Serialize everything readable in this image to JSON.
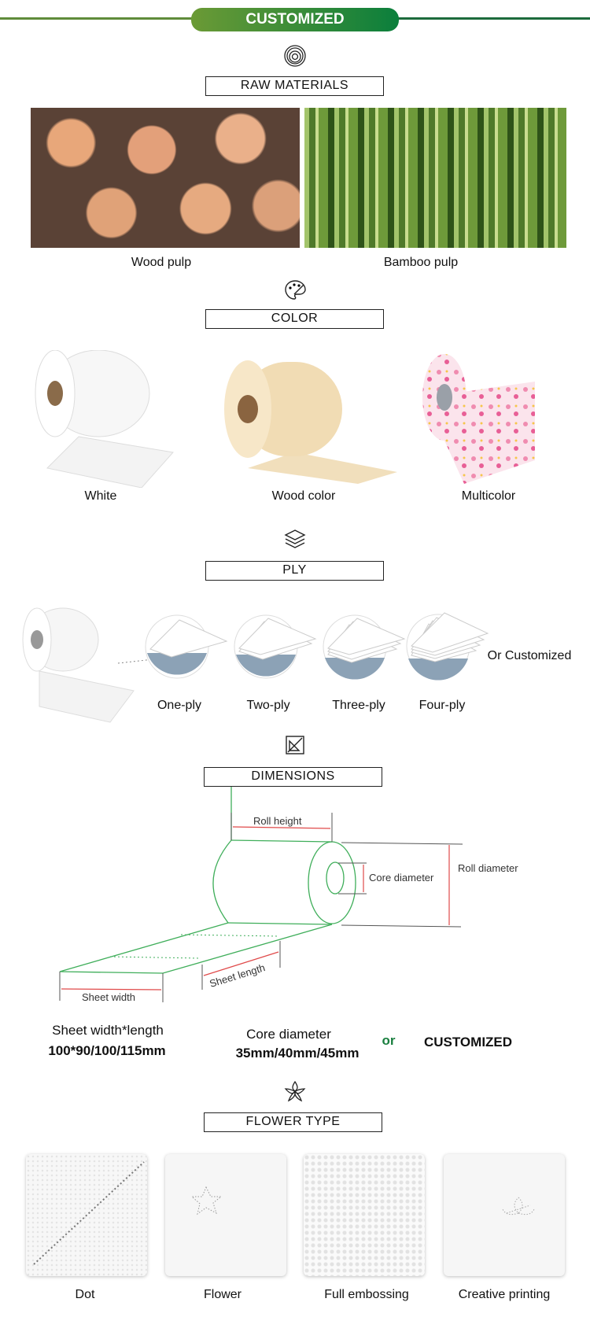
{
  "header": {
    "title": "CUSTOMIZED",
    "accent": "#0b7f3c"
  },
  "raw_materials": {
    "title": "RAW  MATERIALS",
    "items": [
      "Wood pulp",
      "Bamboo pulp"
    ]
  },
  "color": {
    "title": "COLOR",
    "items": [
      "White",
      "Wood color",
      "Multicolor"
    ]
  },
  "ply": {
    "title": "PLY",
    "items": [
      "One-ply",
      "Two-ply",
      "Three-ply",
      "Four-ply"
    ],
    "extra": "Or Customized"
  },
  "dimensions": {
    "title": "DIMENSIONS",
    "diagram_labels": {
      "roll_height": "Roll  height",
      "core_diameter": "Core diameter",
      "roll_diameter": "Roll  diameter",
      "sheet_length": "Sheet length",
      "sheet_width": "Sheet width"
    },
    "sheet_label": "Sheet width*length",
    "sheet_value": "100*90/100/115mm",
    "core_label": "Core diameter",
    "core_value": "35mm/40mm/45mm",
    "or": "or",
    "custom": "CUSTOMIZED"
  },
  "flower_type": {
    "title": "FLOWER TYPE",
    "items": [
      "Dot",
      "Flower",
      "Full embossing",
      "Creative printing"
    ]
  }
}
